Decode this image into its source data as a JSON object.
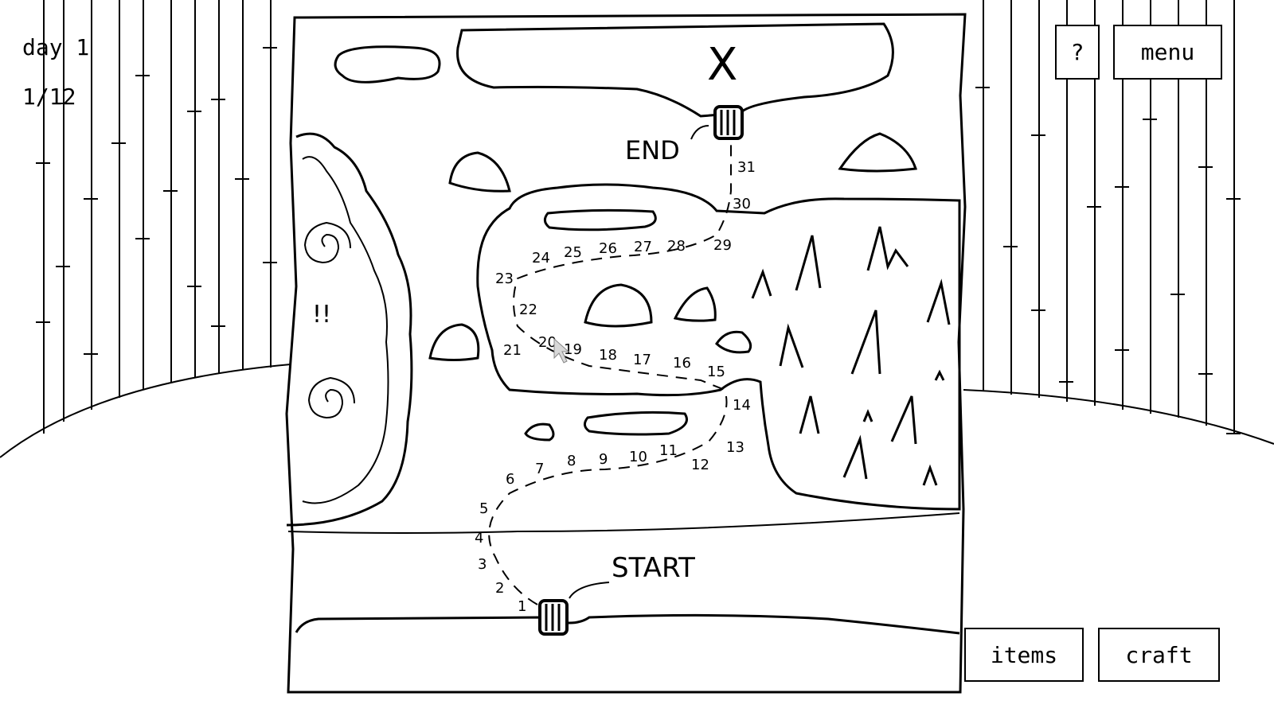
{
  "hud": {
    "day_label": "day 1",
    "progress_label": "1/12"
  },
  "buttons": {
    "help": "?",
    "menu": "menu",
    "items": "items",
    "craft": "craft"
  },
  "map": {
    "start_label": "START",
    "end_label": "END",
    "x_mark": "X",
    "warning_mark": "!!",
    "path_steps": [
      "1",
      "2",
      "3",
      "4",
      "5",
      "6",
      "7",
      "8",
      "9",
      "10",
      "11",
      "12",
      "13",
      "14",
      "15",
      "16",
      "17",
      "18",
      "19",
      "20",
      "21",
      "22",
      "23",
      "24",
      "25",
      "26",
      "27",
      "28",
      "29",
      "30",
      "31"
    ]
  },
  "colors": {
    "ink": "#000000",
    "paper": "#ffffff"
  }
}
